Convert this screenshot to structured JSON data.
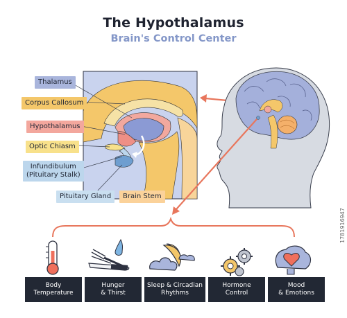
{
  "header": {
    "title": "The Hypothalamus",
    "subtitle": "Brain's Control Center"
  },
  "labels": {
    "thalamus": "Thalamus",
    "corpus_callosum": "Corpus Callosum",
    "hypothalamus": "Hypothalamus",
    "optic_chiasm": "Optic Chiasm",
    "infundibulum_line1": "Infundibulum",
    "infundibulum_line2": "(Pituitary Stalk)",
    "pituitary_gland": "Pituitary Gland",
    "brain_stem": "Brain Stem"
  },
  "functions": [
    {
      "line1": "Body",
      "line2": "Temperature",
      "icon": "thermometer-icon"
    },
    {
      "line1": "Hunger",
      "line2": "& Thirst",
      "icon": "fork-knife-drop-icon"
    },
    {
      "line1": "Sleep & Circadian",
      "line2": "Rhythms",
      "icon": "moon-clouds-icon"
    },
    {
      "line1": "Hormone",
      "line2": "Control",
      "icon": "gears-icon"
    },
    {
      "line1": "Mood",
      "line2": "& Emotions",
      "icon": "heart-brain-icon"
    }
  ],
  "watermark": "1781916947",
  "colors": {
    "blue_label": "#a9b5dc",
    "orange_label": "#f4c76a",
    "pink_label": "#f3a79d",
    "accent_arrow": "#e8765c",
    "dark_bar": "#222834"
  }
}
